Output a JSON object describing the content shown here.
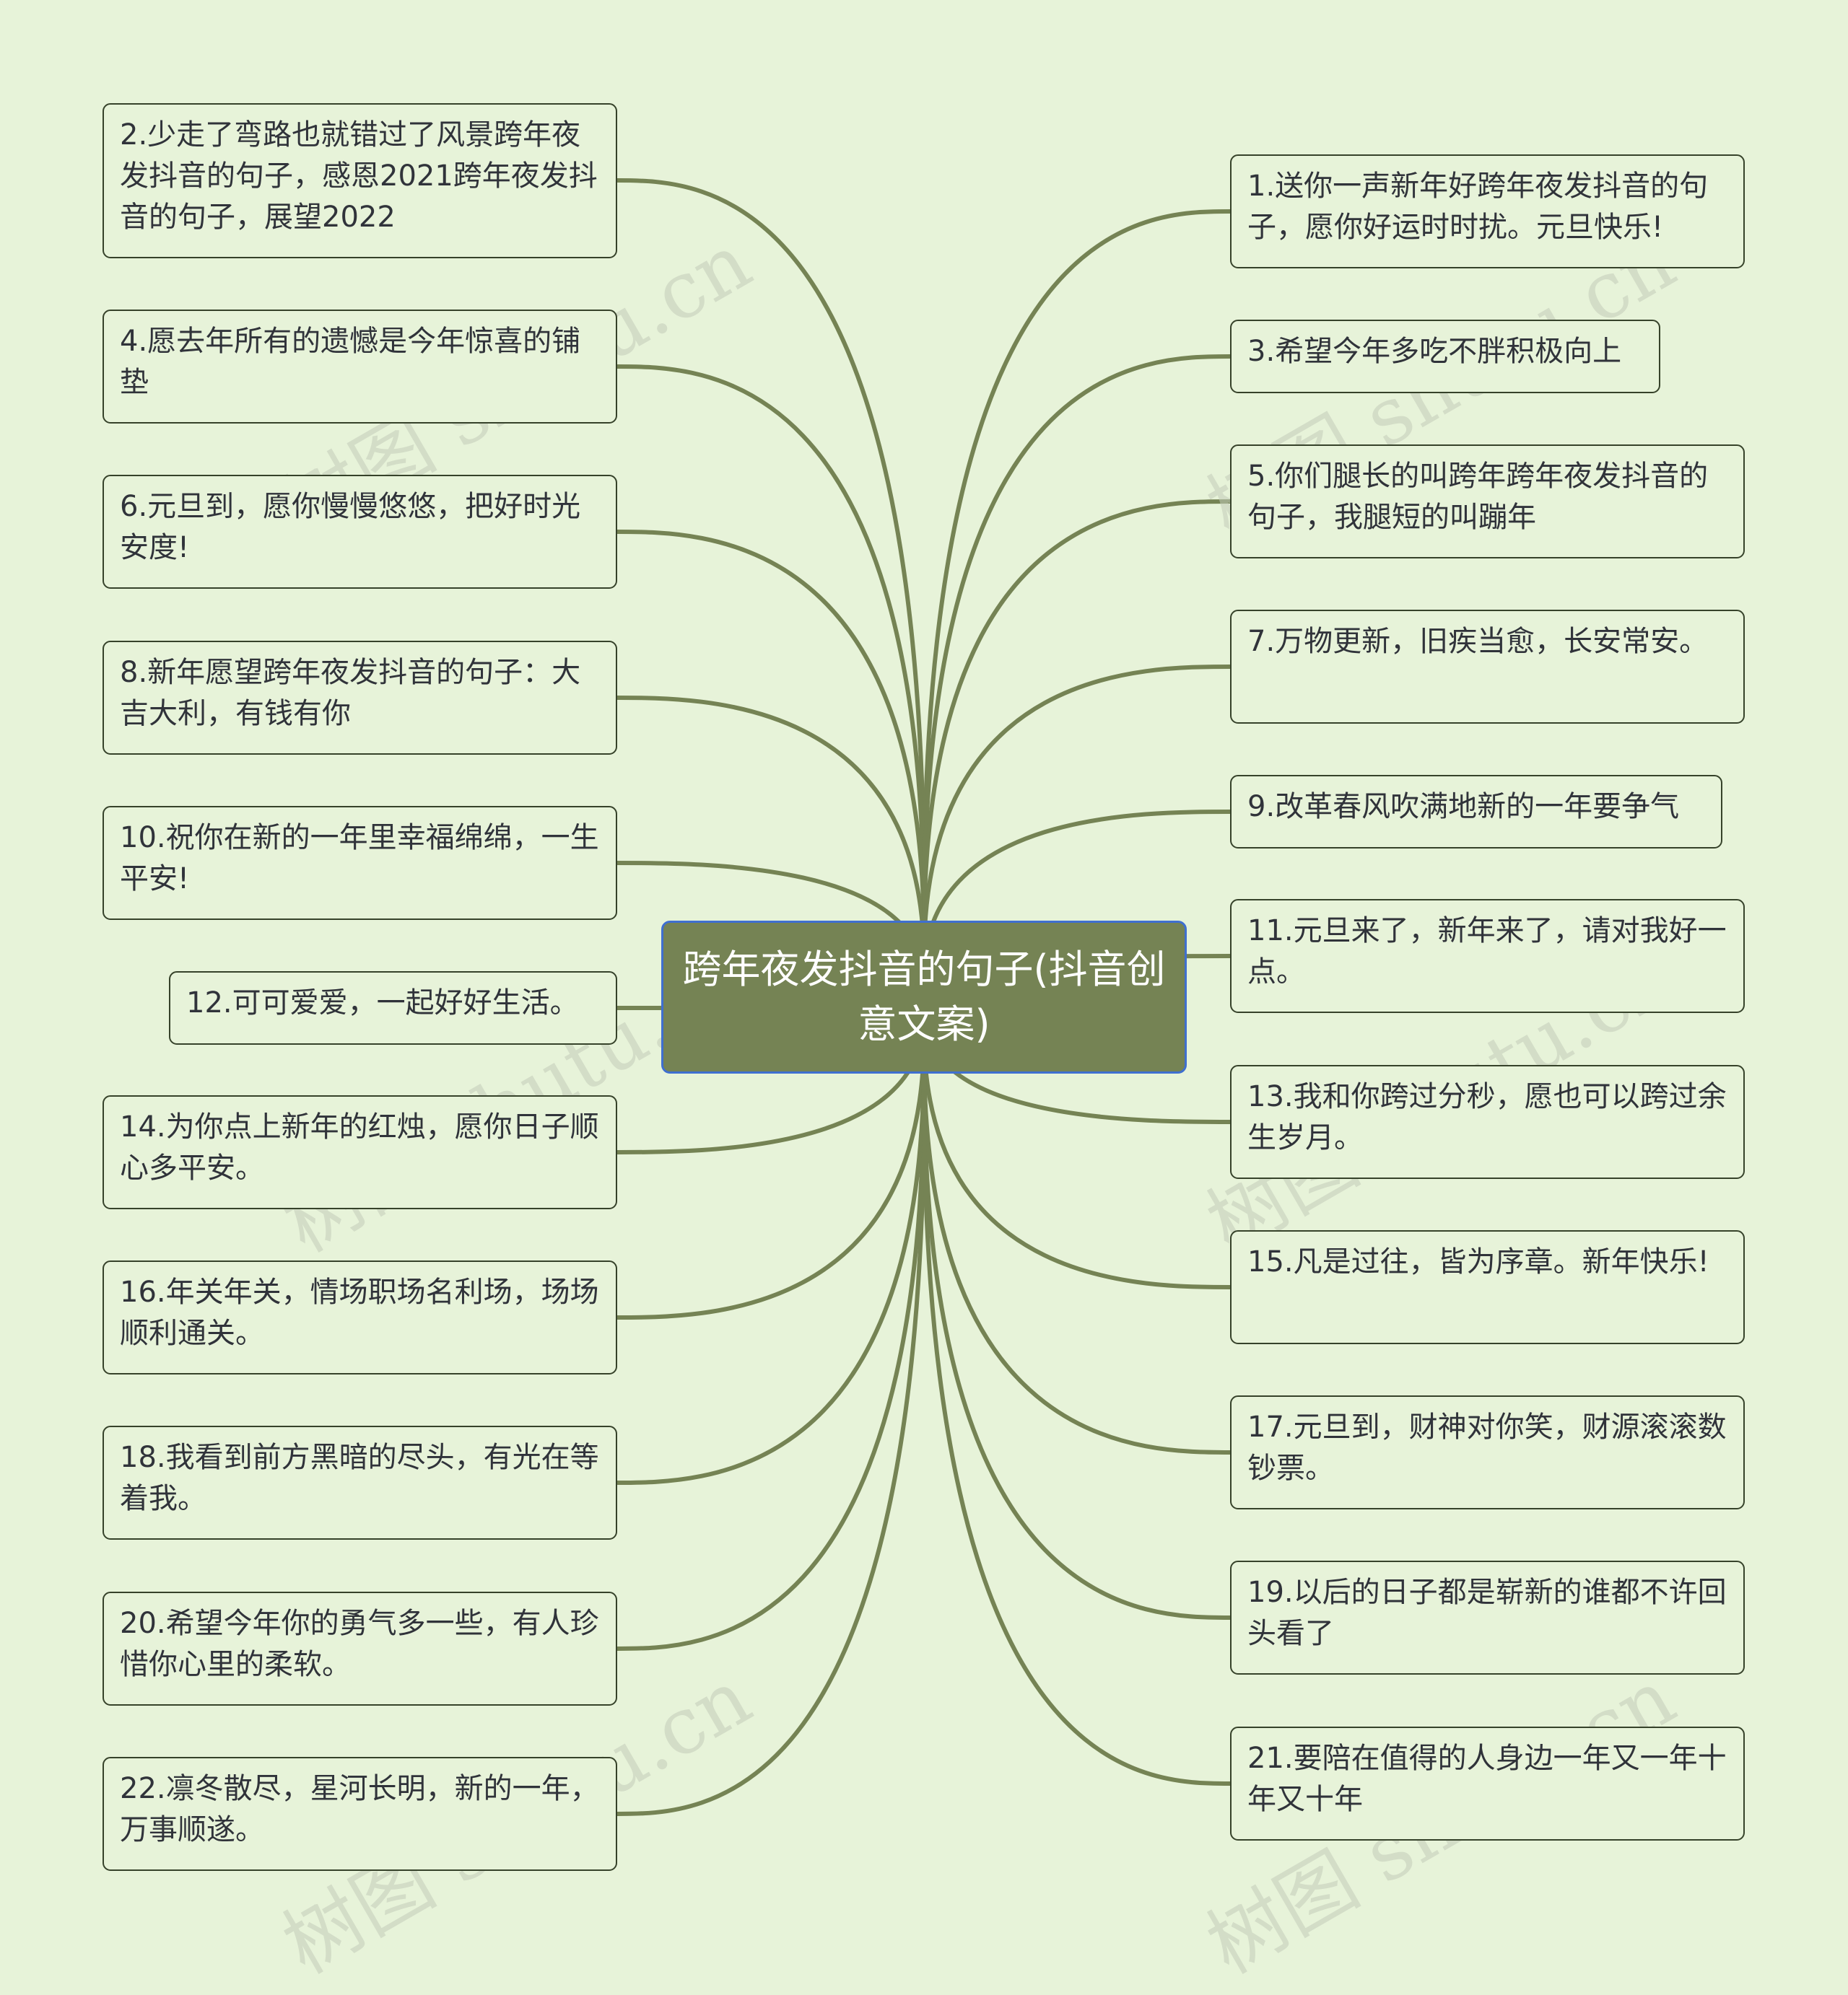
{
  "colors": {
    "background": "#e7f3d9",
    "root_fill": "#758354",
    "root_border": "#3f6fd0",
    "line": "#758354",
    "node_border": "#36422a",
    "text": "#30333a"
  },
  "root": {
    "text": "跨年夜发抖音的句子(抖音创意文案)"
  },
  "watermark": "树图 shutu.cn",
  "left_nodes": [
    {
      "text": "2.少走了弯路也就错过了风景跨年夜发抖音的句子，感恩2021跨年夜发抖音的句子，展望2022"
    },
    {
      "text": "4.愿去年所有的遗憾是今年惊喜的铺垫"
    },
    {
      "text": "6.元旦到，愿你慢慢悠悠，把好时光安度!"
    },
    {
      "text": "8.新年愿望跨年夜发抖音的句子：大吉大利，有钱有你"
    },
    {
      "text": "10.祝你在新的一年里幸福绵绵，一生平安!"
    },
    {
      "text": "12.可可爱爱，一起好好生活。"
    },
    {
      "text": "14.为你点上新年的红烛，愿你日子顺心多平安。"
    },
    {
      "text": "16.年关年关，情场职场名利场，场场顺利通关。"
    },
    {
      "text": "18.我看到前方黑暗的尽头，有光在等着我。"
    },
    {
      "text": "20.希望今年你的勇气多一些，有人珍惜你心里的柔软。"
    },
    {
      "text": "22.凛冬散尽，星河长明，新的一年，万事顺遂。"
    }
  ],
  "right_nodes": [
    {
      "text": "1.送你一声新年好跨年夜发抖音的句子，愿你好运时时扰。元旦快乐!"
    },
    {
      "text": "3.希望今年多吃不胖积极向上"
    },
    {
      "text": "5.你们腿长的叫跨年跨年夜发抖音的句子，我腿短的叫蹦年"
    },
    {
      "text": "7.万物更新，旧疾当愈，长安常安。"
    },
    {
      "text": "9.改革春风吹满地新的一年要争气"
    },
    {
      "text": "11.元旦来了，新年来了，请对我好一点。"
    },
    {
      "text": "13.我和你跨过分秒，愿也可以跨过余生岁月。"
    },
    {
      "text": "15.凡是过往，皆为序章。新年快乐!"
    },
    {
      "text": "17.元旦到，财神对你笑，财源滚滚数钞票。"
    },
    {
      "text": "19.以后的日子都是崭新的谁都不许回头看了"
    },
    {
      "text": "21.要陪在值得的人身边一年又一年十年又十年"
    }
  ]
}
